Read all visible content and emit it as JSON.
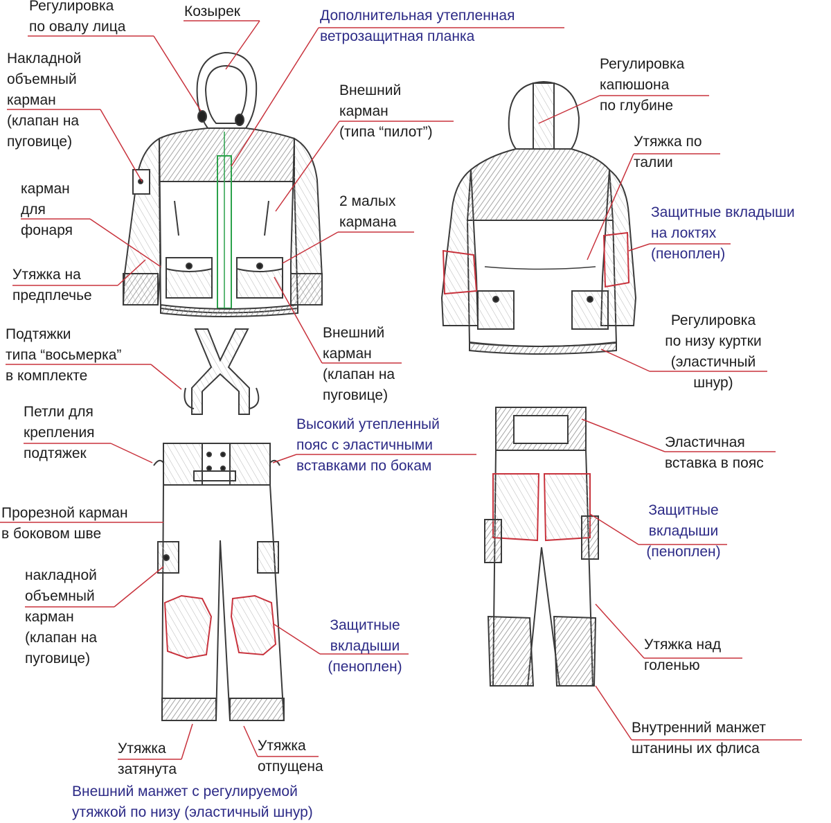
{
  "colors": {
    "black_text": "#1c1c1c",
    "blue_text": "#2c2a86",
    "leader_line": "#c8323c",
    "sketch_line": "#3a3a3a",
    "shade": "#9a9a9a",
    "zipper_green": "#2aa14a"
  },
  "labels": {
    "face_adjust": {
      "line1": "Регулировка",
      "line2": "по овалу лица"
    },
    "visor": {
      "line1": "Козырек"
    },
    "windproof_strip": {
      "line1": "Дополнительная утепленная",
      "line2": "ветрозащитная планка"
    },
    "patch_pocket_jacket": {
      "line1": "Накладной",
      "line2": "объемный",
      "line3": "карман",
      "line4": "(клапан на",
      "line5": "пуговице)"
    },
    "outer_pocket_pilot": {
      "line1": "Внешний",
      "line2": "карман",
      "line3": "(типа “пилот”)"
    },
    "flashlight_pocket": {
      "line1": "карман",
      "line2": "для",
      "line3": "фонаря"
    },
    "two_small_pockets": {
      "line1": "2 малых",
      "line2": "кармана"
    },
    "forearm_tightener": {
      "line1": "Утяжка на",
      "line2": "предплечье"
    },
    "suspenders": {
      "line1": "Подтяжки",
      "line2": "типа “восьмерка”",
      "line3": "в комплекте"
    },
    "outer_pocket_flap": {
      "line1": "Внешний",
      "line2": "карман",
      "line3": "(клапан на",
      "line4": "пуговице)"
    },
    "hood_depth": {
      "line1": "Регулировка",
      "line2": "капюшона",
      "line3": "по глубине"
    },
    "waist_tightener": {
      "line1": "Утяжка по",
      "line2": "талии"
    },
    "elbow_pads": {
      "line1": "Защитные вкладыши",
      "line2": "на локтях",
      "line3": "(пеноплен)"
    },
    "hem_adjust": {
      "line1": "Регулировка",
      "line2": "по низу куртки",
      "line3": "(эластичный",
      "line4": "шнур)"
    },
    "suspender_loops": {
      "line1": "Петли для",
      "line2": "крепления",
      "line3": "подтяжек"
    },
    "high_belt": {
      "line1": "Высокий утепленный",
      "line2": "пояс с эластичными",
      "line3": "вставками по бокам"
    },
    "elastic_insert": {
      "line1": "Эластичная",
      "line2": "вставка в пояс"
    },
    "slit_pocket": {
      "line1": "Прорезной карман",
      "line2": "в боковом шве"
    },
    "seat_pads": {
      "line1": "Защитные",
      "line2": "вкладыши",
      "line3": "(пеноплен)"
    },
    "patch_pocket_pants": {
      "line1": "накладной",
      "line2": "объемный",
      "line3": "карман",
      "line4": "(клапан на",
      "line5": "пуговице)"
    },
    "knee_pads": {
      "line1": "Защитные",
      "line2": "вкладыши",
      "line3": "(пеноплен)"
    },
    "shin_tightener": {
      "line1": "Утяжка над",
      "line2": "голенью"
    },
    "inner_cuff": {
      "line1": "Внутренний манжет",
      "line2": "штанины их флиса"
    },
    "tight_closed": {
      "line1": "Утяжка",
      "line2": "затянута"
    },
    "tight_open": {
      "line1": "Утяжка",
      "line2": "отпущена"
    },
    "outer_cuff": {
      "line1": "Внешний  манжет  с регулируемой",
      "line2": "утяжкой по низу (эластичный шнур)"
    }
  }
}
